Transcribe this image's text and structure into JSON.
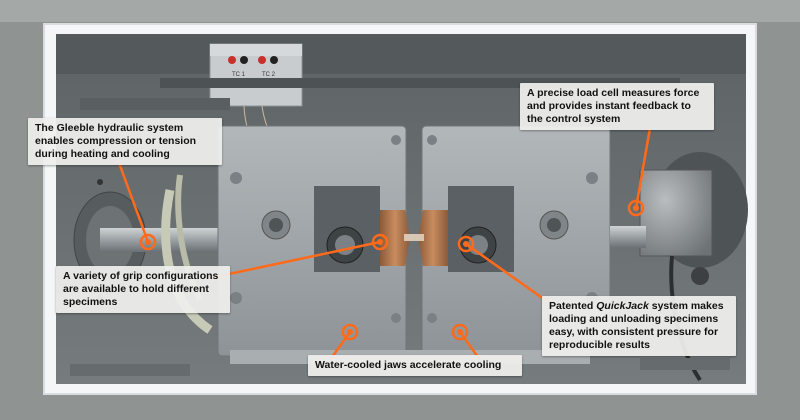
{
  "callouts": {
    "hydraulic": "The Gleeble hydraulic system enables compression or tension during heating and cooling",
    "load_cell": "A precise load cell measures force and provides instant feedback to the control system",
    "grip": "A variety of grip configurations are available to hold different specimens",
    "quickjack_prefix": "Patented ",
    "quickjack_brand": "QuickJack",
    "quickjack_suffix": " system makes loading and unloading specimens easy, with consistent pressure for reproducible results",
    "jaws": "Water-cooled jaws accelerate cooling"
  },
  "panel_labels": {
    "left": "TC 1",
    "right": "TC 2"
  },
  "colors": {
    "leader": "#ff6a1a",
    "callout_bg": "#eeeeec",
    "frame": "#f4f6f7",
    "chamber": "#646a6c",
    "block": "#9ba1a5",
    "copper": "#b67a50"
  }
}
